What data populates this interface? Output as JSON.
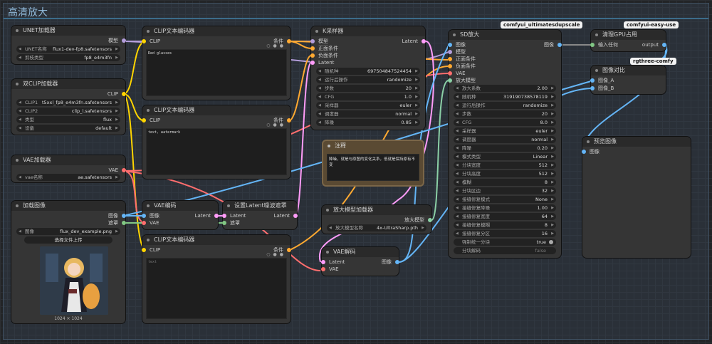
{
  "group_title": "高清放大",
  "badges": {
    "ultimate": "comfyui_ultimatesdupscale",
    "easyuse": "comfyui-easy-use",
    "rgthree": "rgthree-comfy"
  },
  "unet": {
    "title": "UNET加载器",
    "out": "模型",
    "w1_label": "UNET名称",
    "w1_value": "flux1-dev-fp8.safetensors",
    "w2_label": "剪枝类型",
    "w2_value": "fp8_e4m3fn"
  },
  "dualclip": {
    "title": "双CLIP加载器",
    "out": "CLIP",
    "w1_label": "CLIP1",
    "w1_value": "t5xxl_fp8_e4m3fn.safetensors",
    "w2_label": "CLIP2",
    "w2_value": "clip_l.safetensors",
    "w3_label": "类型",
    "w3_value": "flux",
    "w4_label": "设备",
    "w4_value": "default"
  },
  "clip1": {
    "title": "CLIP文本编码器",
    "in": "CLIP",
    "out": "条件",
    "text": "Red glasses"
  },
  "clip2": {
    "title": "CLIP文本编码器",
    "in": "CLIP",
    "out": "条件",
    "text": "text, watermark"
  },
  "clip3": {
    "title": "CLIP文本编码器",
    "in": "CLIP",
    "out": "条件",
    "text": "text"
  },
  "vaeloader": {
    "title": "VAE加载器",
    "out": "VAE",
    "w1_label": "vae名称",
    "w1_value": "ae.safetensors"
  },
  "loadimg": {
    "title": "加载图像",
    "out1": "图像",
    "out2": "遮罩",
    "w1_label": "图像",
    "w1_value": "flux_dev_example.png",
    "upload": "选择文件上传",
    "caption": "1024 × 1024"
  },
  "vaeenc": {
    "title": "VAE编码",
    "in1": "图像",
    "in2": "VAE",
    "out": "Latent"
  },
  "setmask": {
    "title": "设置Latent噪波遮罩",
    "in1": "Latent",
    "in2": "遮罩",
    "out": "Latent"
  },
  "ksampler": {
    "title": "K采样器",
    "in1": "模型",
    "in2": "正面条件",
    "in3": "负面条件",
    "in4": "Latent",
    "out": "Latent",
    "w": [
      [
        "随机种",
        "697504847524454"
      ],
      [
        "运行后操作",
        "randomize"
      ],
      [
        "步数",
        "20"
      ],
      [
        "CFG",
        "1.0"
      ],
      [
        "采样器",
        "euler"
      ],
      [
        "调度器",
        "normal"
      ],
      [
        "降噪",
        "0.85"
      ]
    ]
  },
  "note": {
    "title": "注释",
    "text": "降噪，就是与原图的变化关系，低就是保持原有不变"
  },
  "upmodel": {
    "title": "放大模型加载器",
    "out": "放大模型",
    "w1_label": "放大模型名称",
    "w1_value": "4x-UltraSharp.pth"
  },
  "vaedec": {
    "title": "VAE解码",
    "in1": "Latent",
    "in2": "VAE",
    "out": "图像"
  },
  "sd": {
    "title": "SD放大",
    "in": [
      "图像",
      "模型",
      "正面条件",
      "负面条件",
      "VAE",
      "放大模型"
    ],
    "out": "图像",
    "w": [
      [
        "放大系数",
        "2.00"
      ],
      [
        "随机种",
        "319190738578119"
      ],
      [
        "运行后操作",
        "randomize"
      ],
      [
        "步数",
        "20"
      ],
      [
        "CFG",
        "8.0"
      ],
      [
        "采样器",
        "euler"
      ],
      [
        "调度器",
        "normal"
      ],
      [
        "降噪",
        "0.20"
      ],
      [
        "模式类型",
        "Linear"
      ],
      [
        "分块宽度",
        "512"
      ],
      [
        "分块高度",
        "512"
      ],
      [
        "模糊",
        "8"
      ],
      [
        "分块区边",
        "32"
      ],
      [
        "接缝修复模式",
        "None"
      ],
      [
        "接缝修复降噪",
        "1.00"
      ],
      [
        "接缝修复宽度",
        "64"
      ],
      [
        "接缝修复模糊",
        "8"
      ],
      [
        "接缝修复分区",
        "16"
      ]
    ],
    "t1_label": "强制统一分块",
    "t1_value": "true",
    "t2_label": "分块解码",
    "t2_value": "false"
  },
  "gpu": {
    "title": "清理GPU占用",
    "in": "输入任何",
    "out": "output"
  },
  "compare": {
    "title": "图像对比",
    "in1": "图像_A",
    "in2": "图像_B"
  },
  "preview": {
    "title": "预览图像",
    "in": "图像"
  }
}
